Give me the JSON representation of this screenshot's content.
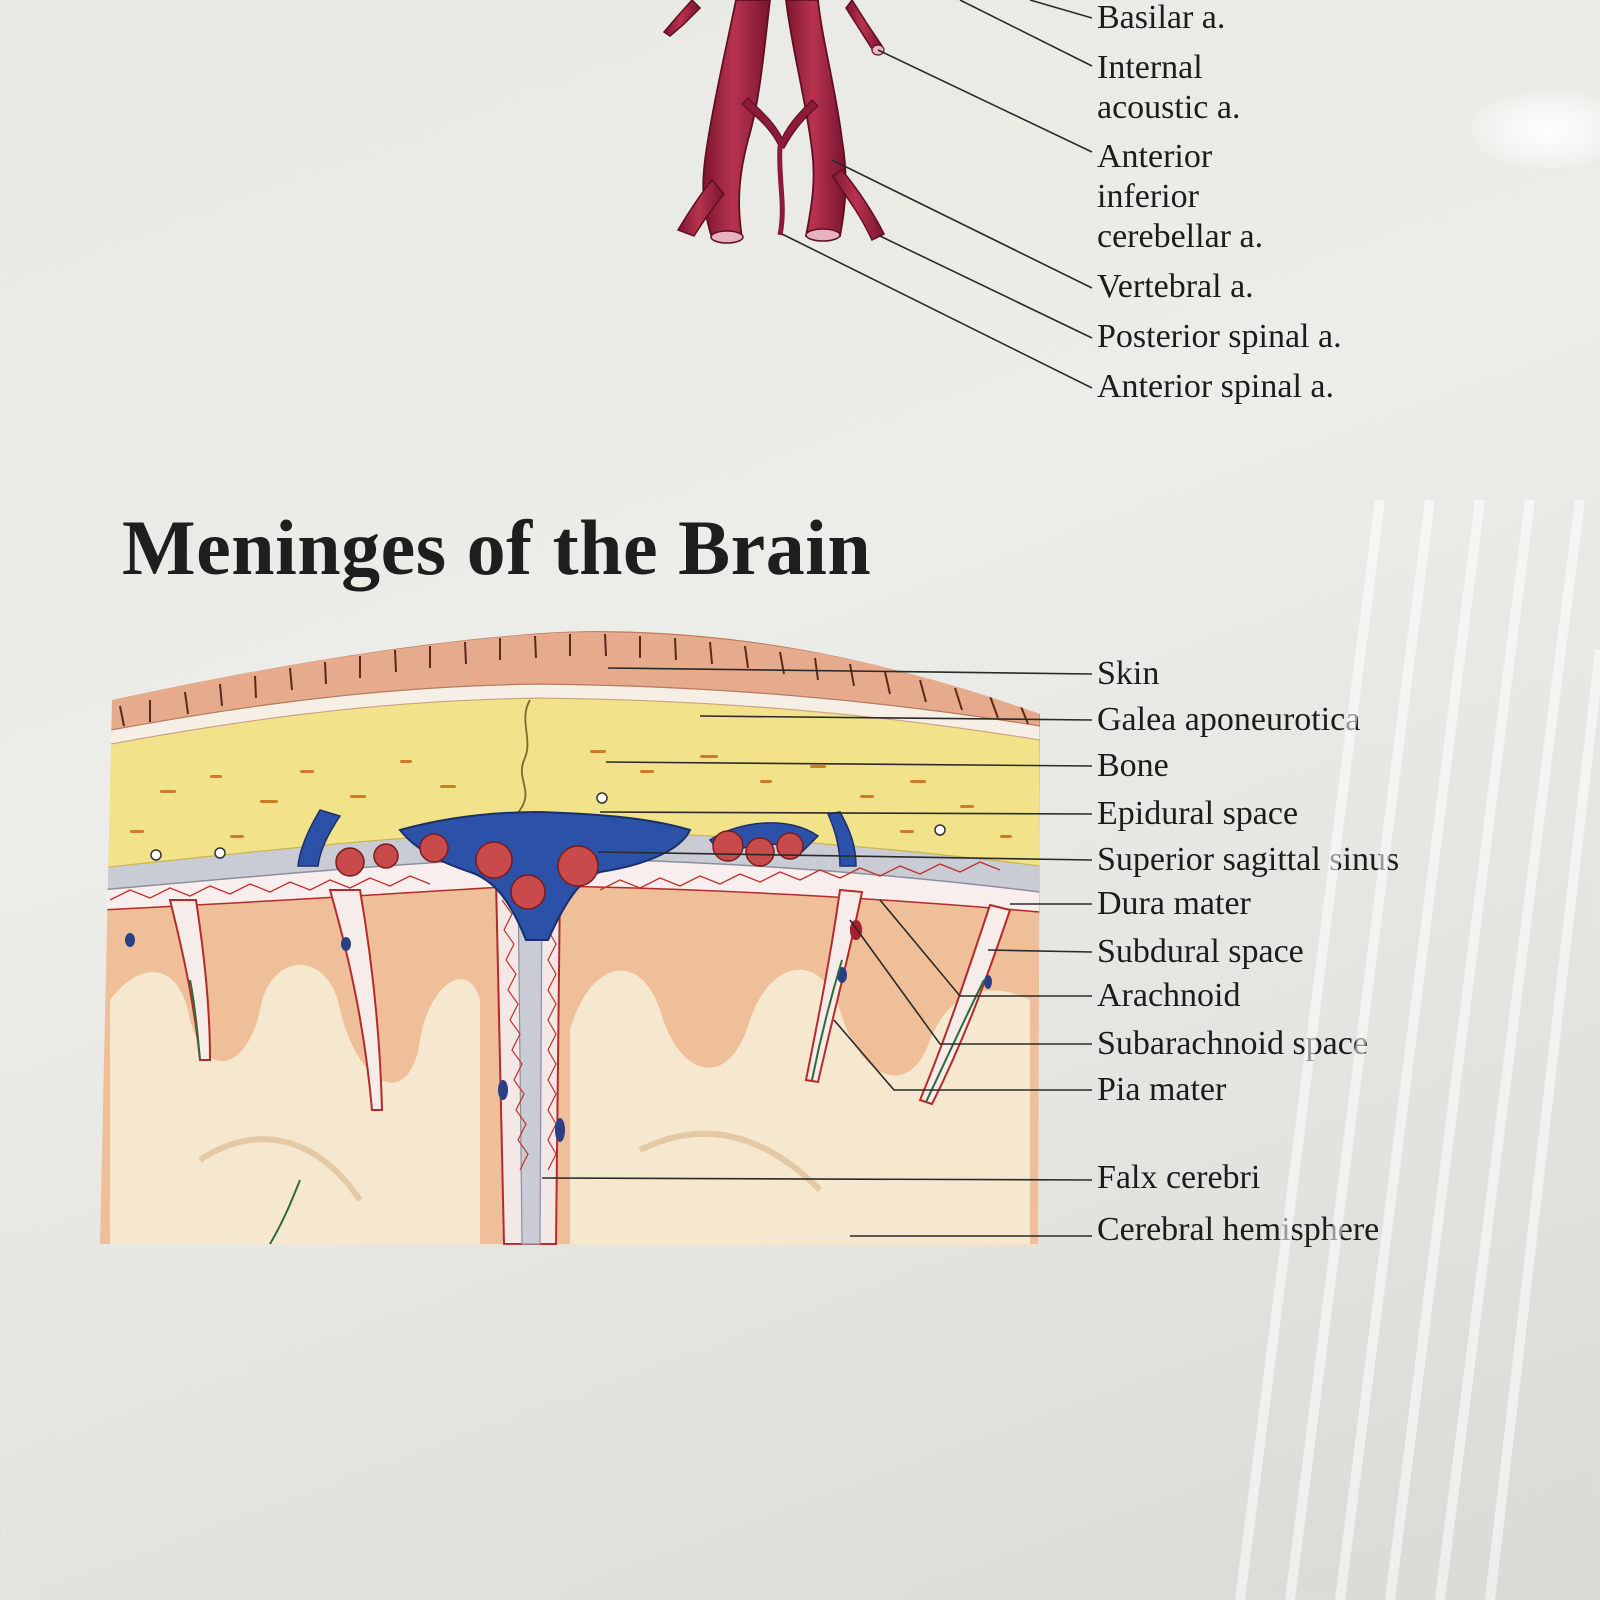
{
  "top_section": {
    "labels": [
      "Basilar a.",
      "Internal\nacoustic a.",
      "Anterior\ninferior\ncerebellar a.",
      "Vertebral a.",
      "Posterior spinal a.",
      "Anterior spinal a."
    ]
  },
  "meninges": {
    "title": "Meninges of the Brain",
    "labels": [
      "Skin",
      "Galea aponeurotica",
      "Bone",
      "Epidural space",
      "Superior sagittal sinus",
      "Dura mater",
      "Subdural space",
      "Arachnoid",
      "Subarachnoid space",
      "Pia mater",
      "Falx cerebri",
      "Cerebral hemisphere"
    ]
  },
  "colors": {
    "artery": "#9b1e3c",
    "skin": "#e6aa8c",
    "bone": "#f2e28a",
    "sinus": "#2b52a8",
    "dura": "#c9ccd4",
    "cortex": "#eec19a",
    "white_matter": "#f4e4c8",
    "leader_line": "#2a2a2a"
  }
}
